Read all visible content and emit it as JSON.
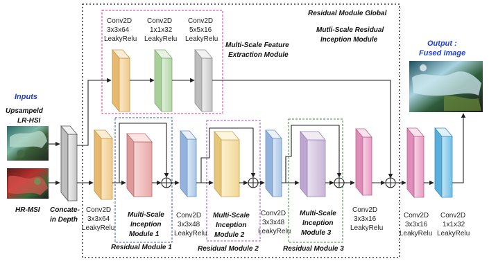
{
  "inputs": {
    "title": "Inputs",
    "lr_label_line1": "Upsampeld",
    "lr_label_line2": "LR-HSI",
    "hr_label": "HR-MSI",
    "concat_line1": "Concate-",
    "concat_line2": "in Depth"
  },
  "global": {
    "line1": "Residual Module Global",
    "line2": "Mutli-Scale Residual",
    "line3": "Inception Module"
  },
  "msfe": {
    "line1": "Multi-Scale Feature",
    "line2": "Extraction Module",
    "conv1": [
      "Conv2D",
      "3x3x64",
      "LeakyRelu"
    ],
    "conv2": [
      "Conv2D",
      "1x1x32",
      "LeakyRelu"
    ],
    "conv3": [
      "Conv2D",
      "5x5x16",
      "LeakyRelu"
    ]
  },
  "pipeline": {
    "conv_a": [
      "Conv2D",
      "3x3x64",
      "LeakyRelu"
    ],
    "conv_b": [
      "Conv2D",
      "3x3x48",
      "LeakyRelu"
    ],
    "conv_c": [
      "Conv2D",
      "3x3x48",
      "LeakyRelu"
    ],
    "conv_d": [
      "Conv2D",
      "3x3x16",
      "LeakyRelu"
    ],
    "conv_e": [
      "Conv2D",
      "3x3x16",
      "LeakyRelu"
    ],
    "conv_f": [
      "Conv2D",
      "1x1x32",
      "LeakyRelu"
    ],
    "inc1": [
      "Multi-Scale",
      "Inception",
      "Module 1"
    ],
    "inc2": [
      "Multi-Scale",
      "Inception",
      "Module 2"
    ],
    "inc3": [
      "Multi-Scale",
      "Inception",
      "Module 3"
    ],
    "res1": "Residual Module 1",
    "res2": "Residual Module 2",
    "res3": "Residual Module 3"
  },
  "output": {
    "line1": "Output :",
    "line2": "Fused image"
  },
  "colors": {
    "orange": "#f6dcae",
    "red": "#f3c3c3",
    "blue": "#c7d9ef",
    "yellow": "#f7e7b5",
    "purple": "#dccfe4",
    "pink": "#f3bfd7",
    "cyan": "#9fd3ef",
    "green": "#cfe5c8",
    "gray": "#dedede",
    "magenta_border": "#e0309a",
    "blue_border": "#3b4bb8",
    "purple_border": "#a64bd0",
    "green_border": "#3e8e3e"
  }
}
